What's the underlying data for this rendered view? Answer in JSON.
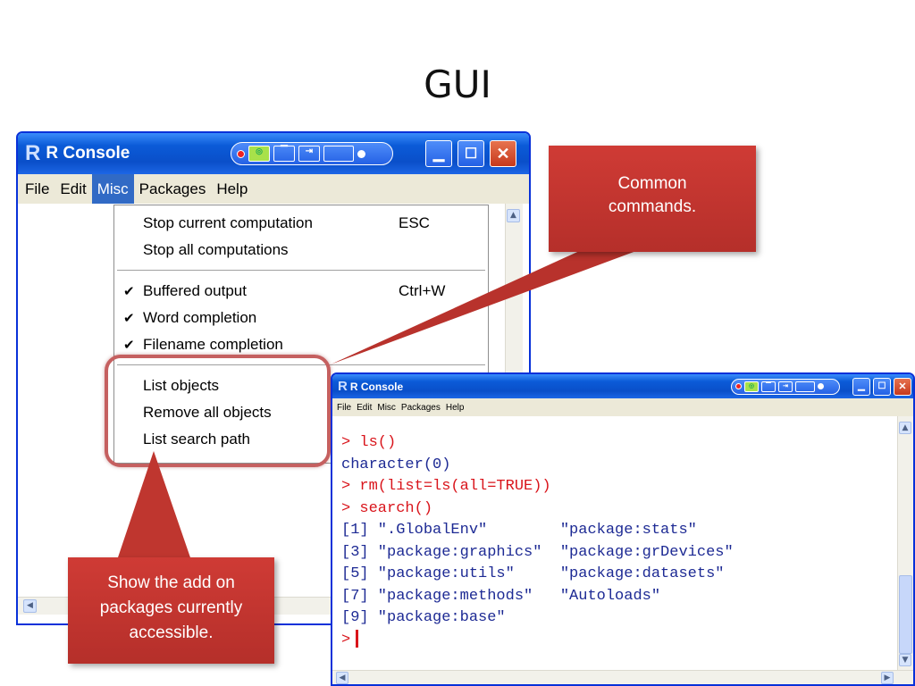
{
  "slide": {
    "title": "GUI"
  },
  "console_main": {
    "title": "R Console",
    "menus": [
      "File",
      "Edit",
      "Misc",
      "Packages",
      "Help"
    ],
    "prompt": ">"
  },
  "misc_menu": {
    "items": [
      {
        "label": "Stop current computation",
        "shortcut": "ESC",
        "checked": false
      },
      {
        "label": "Stop all computations",
        "shortcut": "",
        "checked": false
      },
      {
        "label": "Buffered output",
        "shortcut": "Ctrl+W",
        "checked": true
      },
      {
        "label": "Word completion",
        "shortcut": "",
        "checked": true
      },
      {
        "label": "Filename completion",
        "shortcut": "",
        "checked": true
      },
      {
        "label": "List objects",
        "shortcut": "",
        "checked": false
      },
      {
        "label": "Remove all objects",
        "shortcut": "",
        "checked": false
      },
      {
        "label": "List search path",
        "shortcut": "",
        "checked": false
      }
    ]
  },
  "console_second": {
    "title": "R Console",
    "menus": [
      "File",
      "Edit",
      "Misc",
      "Packages",
      "Help"
    ],
    "lines": [
      {
        "text": "> ls()",
        "style": "input"
      },
      {
        "text": "character(0)",
        "style": "output"
      },
      {
        "text": "> rm(list=ls(all=TRUE))",
        "style": "input"
      },
      {
        "text": "> search()",
        "style": "input"
      },
      {
        "text": "[1] \".GlobalEnv\"        \"package:stats\"",
        "style": "output"
      },
      {
        "text": "[3] \"package:graphics\"  \"package:grDevices\"",
        "style": "output"
      },
      {
        "text": "[5] \"package:utils\"     \"package:datasets\"",
        "style": "output"
      },
      {
        "text": "[7] \"package:methods\"   \"Autoloads\"",
        "style": "output"
      },
      {
        "text": "[9] \"package:base\"",
        "style": "output"
      },
      {
        "text": "> ",
        "style": "input"
      }
    ]
  },
  "callouts": {
    "top": "Common commands.",
    "bottom": "Show the add on packages currently accessible."
  },
  "colors": {
    "callout": "#c0392b",
    "xp_blue": "#0a4fc9",
    "prompt_red": "#d9141b",
    "output_blue": "#1d2a94"
  }
}
